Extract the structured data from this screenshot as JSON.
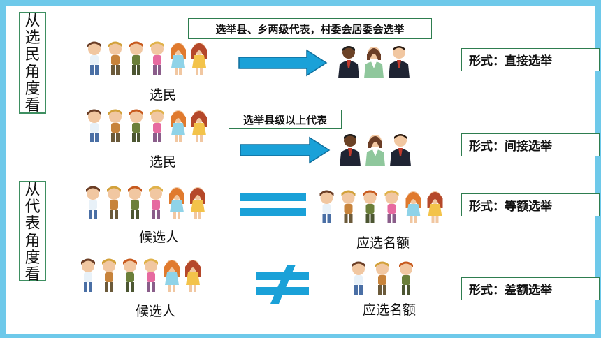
{
  "side_labels": {
    "voter": [
      "从",
      "选",
      "民",
      "角",
      "度",
      "看"
    ],
    "representative": [
      "从",
      "代",
      "表",
      "角",
      "度",
      "看"
    ]
  },
  "notes": {
    "direct": "选举县、乡两级代表，村委会居委会选举",
    "indirect": "选举县级以上代表"
  },
  "row_labels": {
    "voters_1": "选民",
    "voters_2": "选民",
    "candidates_1": "候选人",
    "candidates_2": "候选人",
    "quota_1": "应选名额",
    "quota_2": "应选名额"
  },
  "forms": {
    "direct": "形式：直接选举",
    "indirect": "形式：间接选举",
    "equal": "形式：等额选举",
    "differential": "形式：差额选举"
  },
  "colors": {
    "frame": "#6ec9ea",
    "arrow": "#1aa1d8",
    "equals": "#1aa1d8",
    "box_border": "#2e7d4f"
  }
}
